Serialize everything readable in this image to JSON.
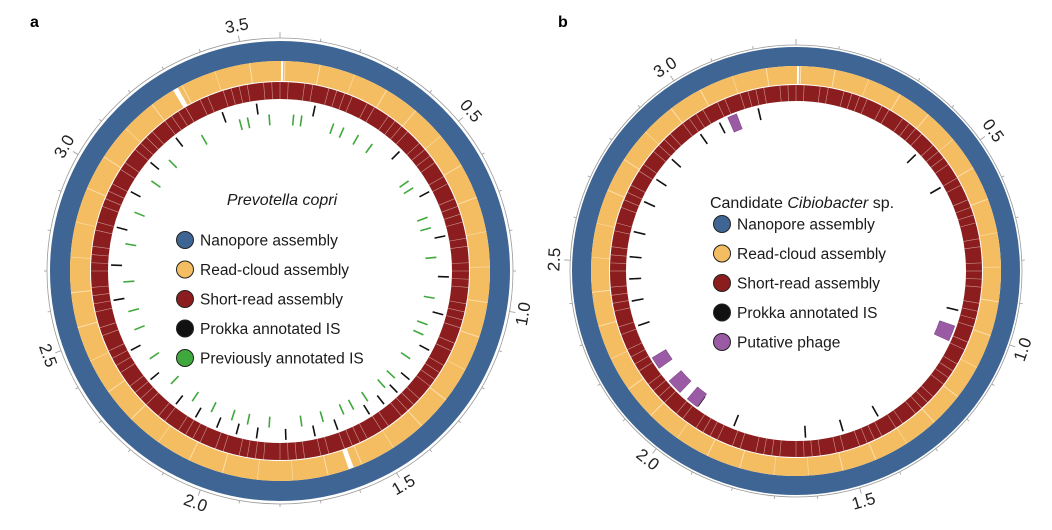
{
  "colors": {
    "nanopore": "#3e6593",
    "read_cloud": "#f5bd61",
    "short_read": "#8b1d1e",
    "prokka": "#111111",
    "previous": "#3fa83c",
    "phage": "#9a5ba4"
  },
  "panels": [
    {
      "letter": "a",
      "title_prefix": "",
      "title_italic": "Prevotella copri",
      "title_suffix": "",
      "legend": [
        {
          "label": "Nanopore assembly",
          "color_key": "nanopore"
        },
        {
          "label": "Read-cloud assembly",
          "color_key": "read_cloud"
        },
        {
          "label": "Short-read assembly",
          "color_key": "short_read"
        },
        {
          "label": "Prokka annotated IS",
          "color_key": "prokka"
        },
        {
          "label": "Previously annotated IS",
          "color_key": "previous"
        }
      ],
      "axis_labels": [
        {
          "text": "0.5",
          "value": 0.5
        },
        {
          "text": "1.0",
          "value": 1.0
        },
        {
          "text": "1.5",
          "value": 1.5
        },
        {
          "text": "2.0",
          "value": 2.0
        },
        {
          "text": "2.5",
          "value": 2.5
        },
        {
          "text": "3.0",
          "value": 3.0
        },
        {
          "text": "3.5",
          "value": 3.5
        }
      ],
      "genome_length_mb": 3.6,
      "is_black_mb": [
        0.12,
        0.45,
        0.62,
        0.78,
        0.92,
        1.05,
        1.18,
        1.3,
        1.36,
        1.42,
        1.48,
        1.6,
        1.68,
        1.78,
        1.88,
        1.95,
        2.02,
        2.1,
        2.18,
        2.3,
        2.42,
        2.6,
        2.72,
        2.85,
        2.98,
        3.1,
        3.22,
        3.4,
        3.52
      ],
      "is_green_mb": [
        0.05,
        0.08,
        0.2,
        0.24,
        0.3,
        0.36,
        0.55,
        0.58,
        0.7,
        0.74,
        0.85,
        1.0,
        1.1,
        1.14,
        1.24,
        1.33,
        1.38,
        1.46,
        1.52,
        1.56,
        1.64,
        1.72,
        1.84,
        1.92,
        1.98,
        2.06,
        2.14,
        2.24,
        2.36,
        2.48,
        2.55,
        2.66,
        2.8,
        2.92,
        3.05,
        3.15,
        3.3,
        3.45,
        3.48,
        3.56
      ]
    },
    {
      "letter": "b",
      "title_prefix": "Candidate ",
      "title_italic": "Cibiobacter",
      "title_suffix": " sp.",
      "legend": [
        {
          "label": "Nanopore assembly",
          "color_key": "nanopore"
        },
        {
          "label": "Read-cloud assembly",
          "color_key": "read_cloud"
        },
        {
          "label": "Short-read assembly",
          "color_key": "short_read"
        },
        {
          "label": "Prokka annotated IS",
          "color_key": "prokka"
        },
        {
          "label": "Putative phage",
          "color_key": "phage"
        }
      ],
      "axis_labels": [
        {
          "text": "0.5",
          "value": 0.5
        },
        {
          "text": "1.0",
          "value": 1.0
        },
        {
          "text": "1.5",
          "value": 1.5
        },
        {
          "text": "2.0",
          "value": 2.0
        },
        {
          "text": "2.5",
          "value": 2.5
        },
        {
          "text": "3.0",
          "value": 3.0
        }
      ],
      "genome_length_mb": 3.3,
      "is_black_mb": [
        0.42,
        0.55,
        0.95,
        1.38,
        1.5,
        1.62,
        1.85,
        1.98,
        2.18,
        2.3,
        2.38,
        2.45,
        2.52,
        2.6,
        2.7,
        2.78,
        2.86,
        2.98,
        3.05,
        3.1,
        3.18
      ],
      "phage_mb": [
        [
          1.0,
          1.05
        ],
        [
          1.98,
          2.02
        ],
        [
          2.05,
          2.1
        ],
        [
          2.15,
          2.19
        ],
        [
          3.08,
          3.11
        ]
      ]
    }
  ]
}
